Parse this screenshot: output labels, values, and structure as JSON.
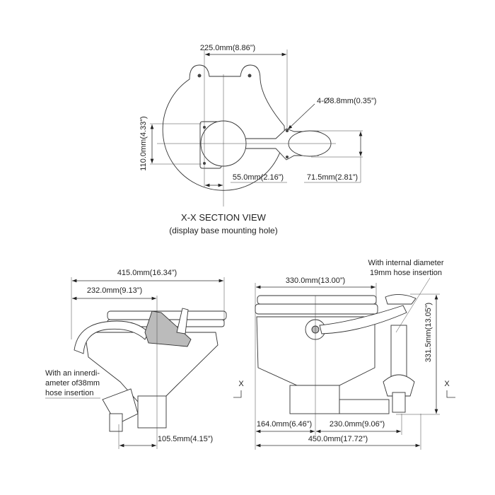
{
  "section_view": {
    "title": "X-X SECTION VIEW",
    "subtitle": "(display base mounting hole)",
    "dim_width": "225.0mm(8.86”)",
    "dim_height": "110.0mm(4.33”)",
    "dim_offset": "55.0mm(2.16”)",
    "dim_pump": "71.5mm(2.81”)",
    "dim_holes": "4-Ø8.8mm(0.35”)"
  },
  "side_view": {
    "dim_total": "415.0mm(16.34”)",
    "dim_center": "232.0mm(9.13”)",
    "dim_base": "105.5mm(4.15”)",
    "note_lines": [
      "With an innerdi-",
      "ameter of38mm",
      "hose insertion"
    ]
  },
  "front_view": {
    "dim_bowl": "330.0mm(13.00”)",
    "dim_total": "450.0mm(17.72”)",
    "dim_left": "164.0mm(6.46”)",
    "dim_right": "230.0mm(9.06”)",
    "dim_height": "331.5mm(13.05”)",
    "note_lines": [
      "With internal diameter",
      "19mm hose insertion"
    ],
    "section_marker": "X"
  }
}
